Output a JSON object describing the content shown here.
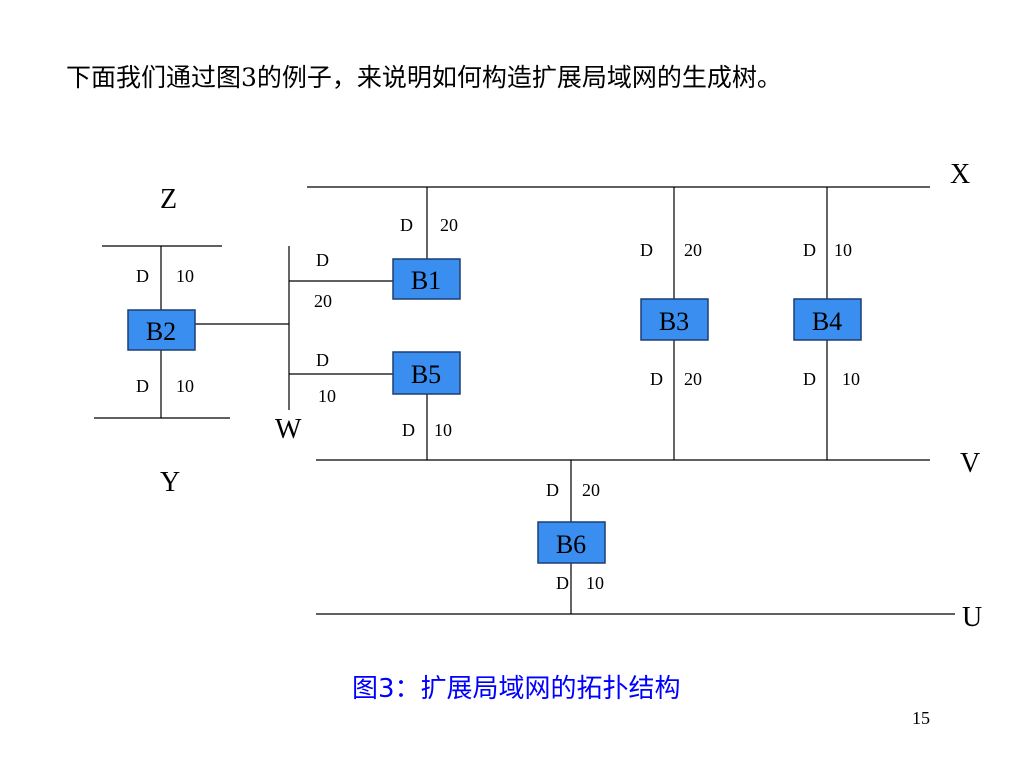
{
  "intro_text": "下面我们通过图3的例子，来说明如何构造扩展局域网的生成树。",
  "caption": "图3：扩展局域网的拓扑结构",
  "page_number": "15",
  "colors": {
    "bridge_fill": "#3a8ef0",
    "caption": "#0000ff"
  },
  "segments": {
    "X": "X",
    "Z": "Z",
    "W": "W",
    "Y": "Y",
    "V": "V",
    "U": "U"
  },
  "bridges": {
    "B1": {
      "name": "B1",
      "port_x": {
        "letter": "D",
        "cost": "20"
      },
      "port_w": {
        "letter": "D",
        "cost": "20"
      }
    },
    "B2": {
      "name": "B2",
      "port_z": {
        "letter": "D",
        "cost": "10"
      },
      "port_y": {
        "letter": "D",
        "cost": "10"
      }
    },
    "B3": {
      "name": "B3",
      "port_x": {
        "letter": "D",
        "cost": "20"
      },
      "port_v": {
        "letter": "D",
        "cost": "20"
      }
    },
    "B4": {
      "name": "B4",
      "port_x": {
        "letter": "D",
        "cost": "10"
      },
      "port_v": {
        "letter": "D",
        "cost": "10"
      }
    },
    "B5": {
      "name": "B5",
      "port_w": {
        "letter": "D",
        "cost": "10"
      },
      "port_v": {
        "letter": "D",
        "cost": "10"
      }
    },
    "B6": {
      "name": "B6",
      "port_v": {
        "letter": "D",
        "cost": "20"
      },
      "port_u": {
        "letter": "D",
        "cost": "10"
      }
    }
  }
}
